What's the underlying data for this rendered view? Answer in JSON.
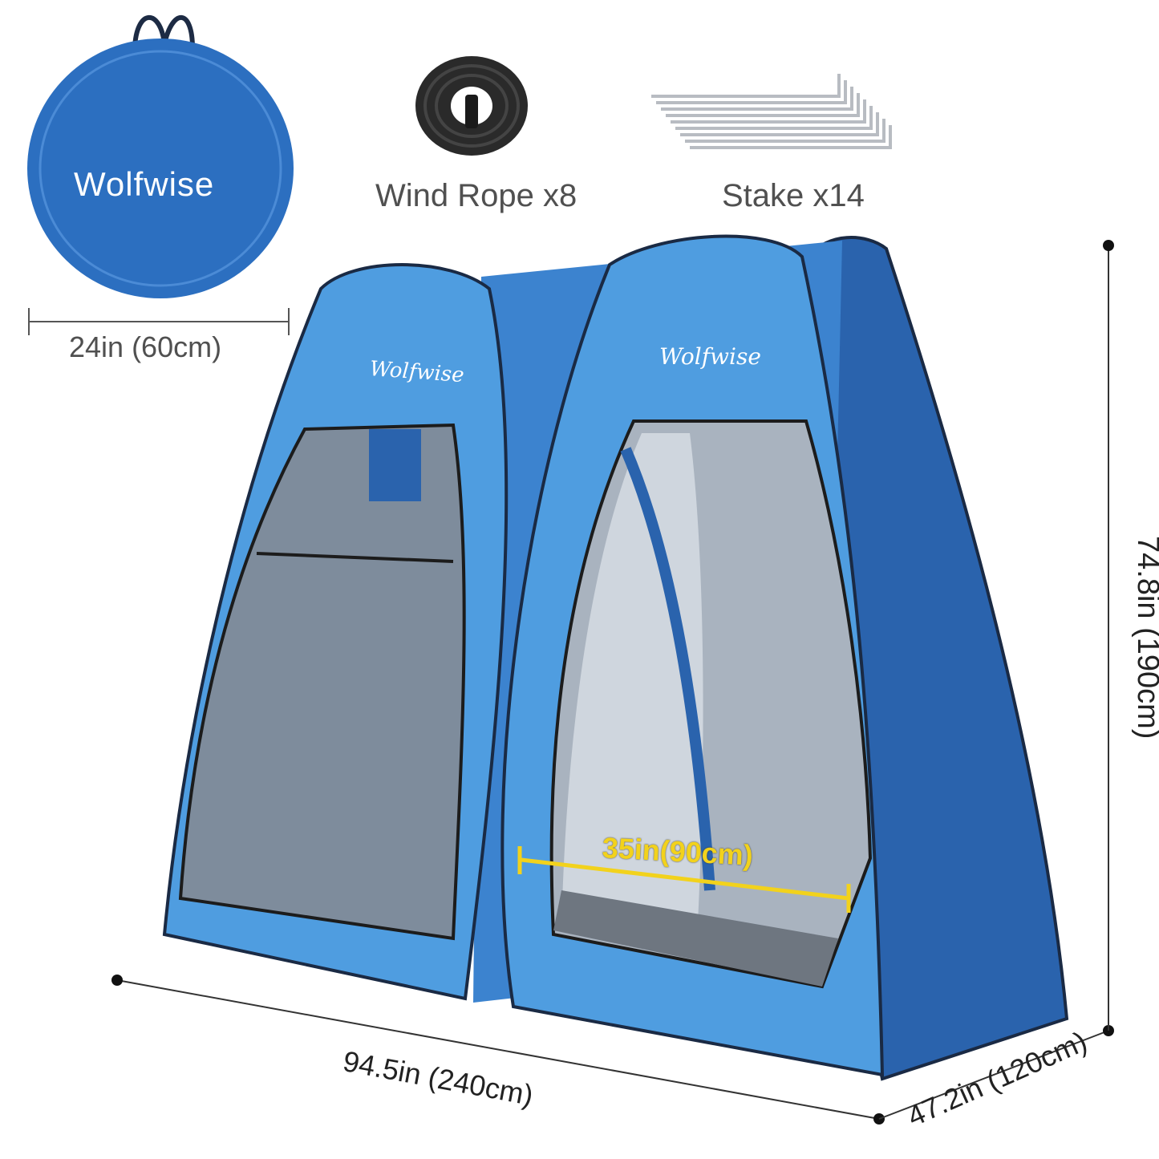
{
  "accessories": {
    "rope_label": "Wind Rope x8",
    "stake_label": "Stake x14"
  },
  "carry_bag": {
    "brand": "Wolfwise",
    "size_label": "24in (60cm)"
  },
  "tent": {
    "brand_left": "Wolfwise",
    "brand_right": "Wolfwise",
    "door_width": "35in(90cm)",
    "width_label": "94.5in (240cm)",
    "depth_label": "47.2in (120cm)",
    "height_label": "74.8in (190cm)"
  },
  "colors": {
    "tent_light": "#4f9de0",
    "tent_dark": "#2a63ad",
    "mesh": "#7e8c9c",
    "door_marker": "#f2d21c"
  }
}
